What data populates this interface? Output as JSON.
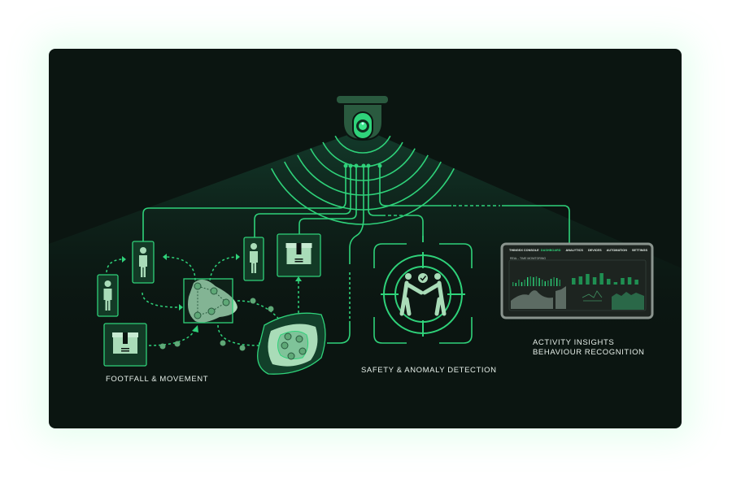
{
  "colors": {
    "background": "#0b1511",
    "accent": "#2fd27a",
    "figure": "#a9dcb8",
    "box": "#133a26"
  },
  "labels": {
    "footfall": "FOOTFALL & MOVEMENT",
    "safety": "SAFETY & ANOMALY DETECTION",
    "insights_line1": "ACTIVITY INSIGHTS",
    "insights_line2": "BEHAVIOUR RECOGNITION"
  },
  "dashboard": {
    "title": "THINGSX CONSOLE",
    "nav": [
      "DASHBOARD",
      "ANALYTICS",
      "DEVICES",
      "AUTOMATION",
      "SETTINGS"
    ],
    "active_nav": "DASHBOARD",
    "subtitle": "REAL - TIME MONITORING"
  },
  "icons": [
    "cctv-camera-icon",
    "person-icon",
    "package-box-icon",
    "heatmap-blob-icon",
    "handshake-target-icon",
    "check-icon"
  ]
}
